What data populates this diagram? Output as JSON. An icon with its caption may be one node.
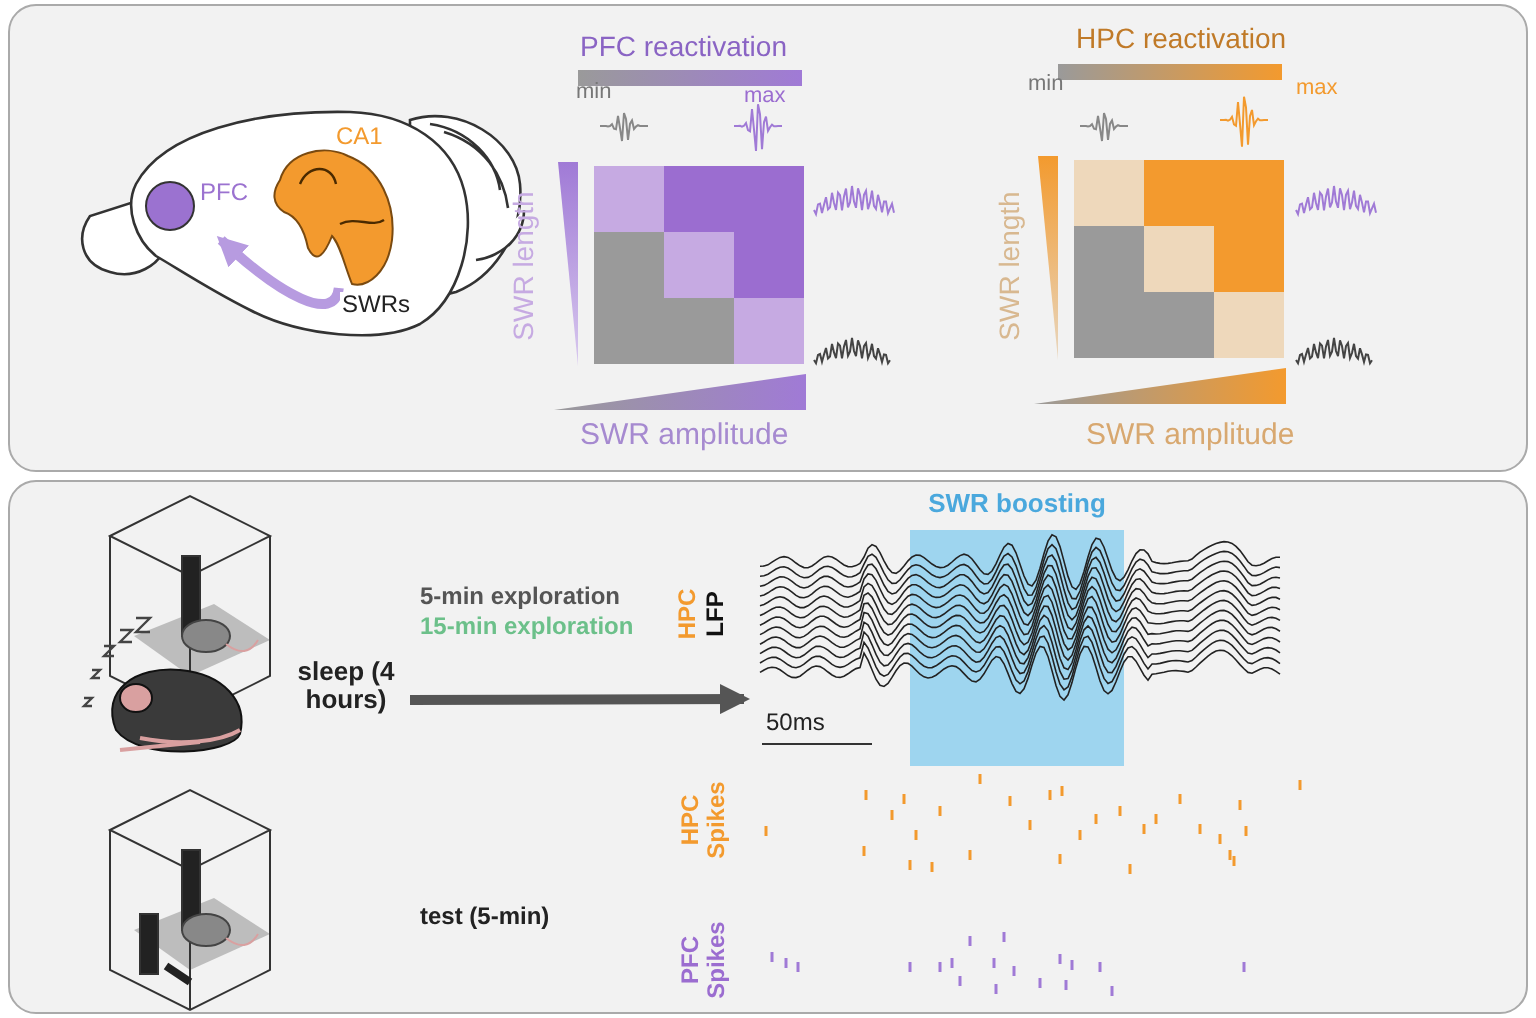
{
  "diagram": {
    "nodes": [
      {
        "text": [
          "PFC"
        ]
      },
      {
        "text": [
          "CA1"
        ]
      },
      {
        "text": [
          "sleep (4 hours)"
        ]
      },
      {
        "text": [
          "SWR boosting"
        ]
      }
    ],
    "edges": [
      {
        "from": 1,
        "to": 0,
        "arrow": "to",
        "label": "SWRs",
        "color": "#b79be0"
      },
      {
        "from": 2,
        "to": 3,
        "arrow": "to",
        "color": "#555555"
      }
    ],
    "labels": [
      "PFC reactivation",
      "min",
      "max",
      "SWR length",
      "SWR amplitude",
      "HPC reactivation",
      "min",
      "max",
      "SWR length",
      "SWR amplitude",
      "5-min exploration",
      "15-min exploration",
      "test (5-min)",
      "HPC",
      "LFP",
      "50ms",
      "HPC Spikes",
      "PFC Spikes"
    ]
  }
}
